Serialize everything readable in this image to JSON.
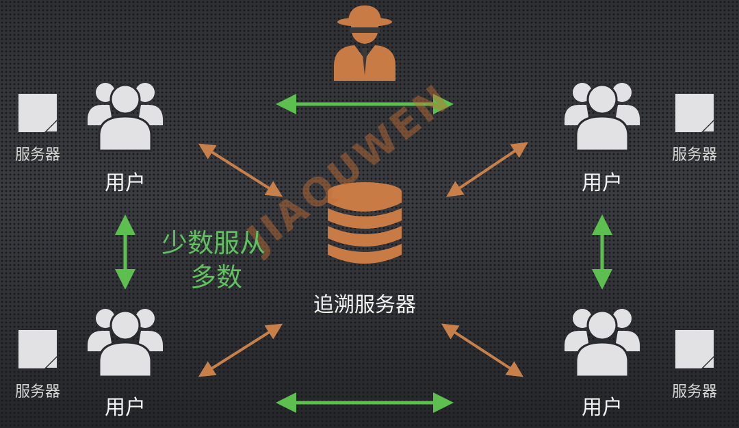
{
  "watermark": "JIAQUWEN",
  "colors": {
    "majority_arrow": "#5cbf4f",
    "server_arrow": "#c8804a",
    "icon": "#e2e1e4",
    "accent_orange": "#c97b45"
  },
  "attacker": {
    "icon": "spy-icon"
  },
  "trace_server": {
    "label": "追溯服务器",
    "icon": "database-icon"
  },
  "users": [
    {
      "label": "用户",
      "server_label": "服务器"
    },
    {
      "label": "用户",
      "server_label": "服务器"
    },
    {
      "label": "用户",
      "server_label": "服务器"
    },
    {
      "label": "用户",
      "server_label": "服务器"
    }
  ],
  "majority_text": {
    "line1": "少数服从",
    "line2": "多数"
  }
}
